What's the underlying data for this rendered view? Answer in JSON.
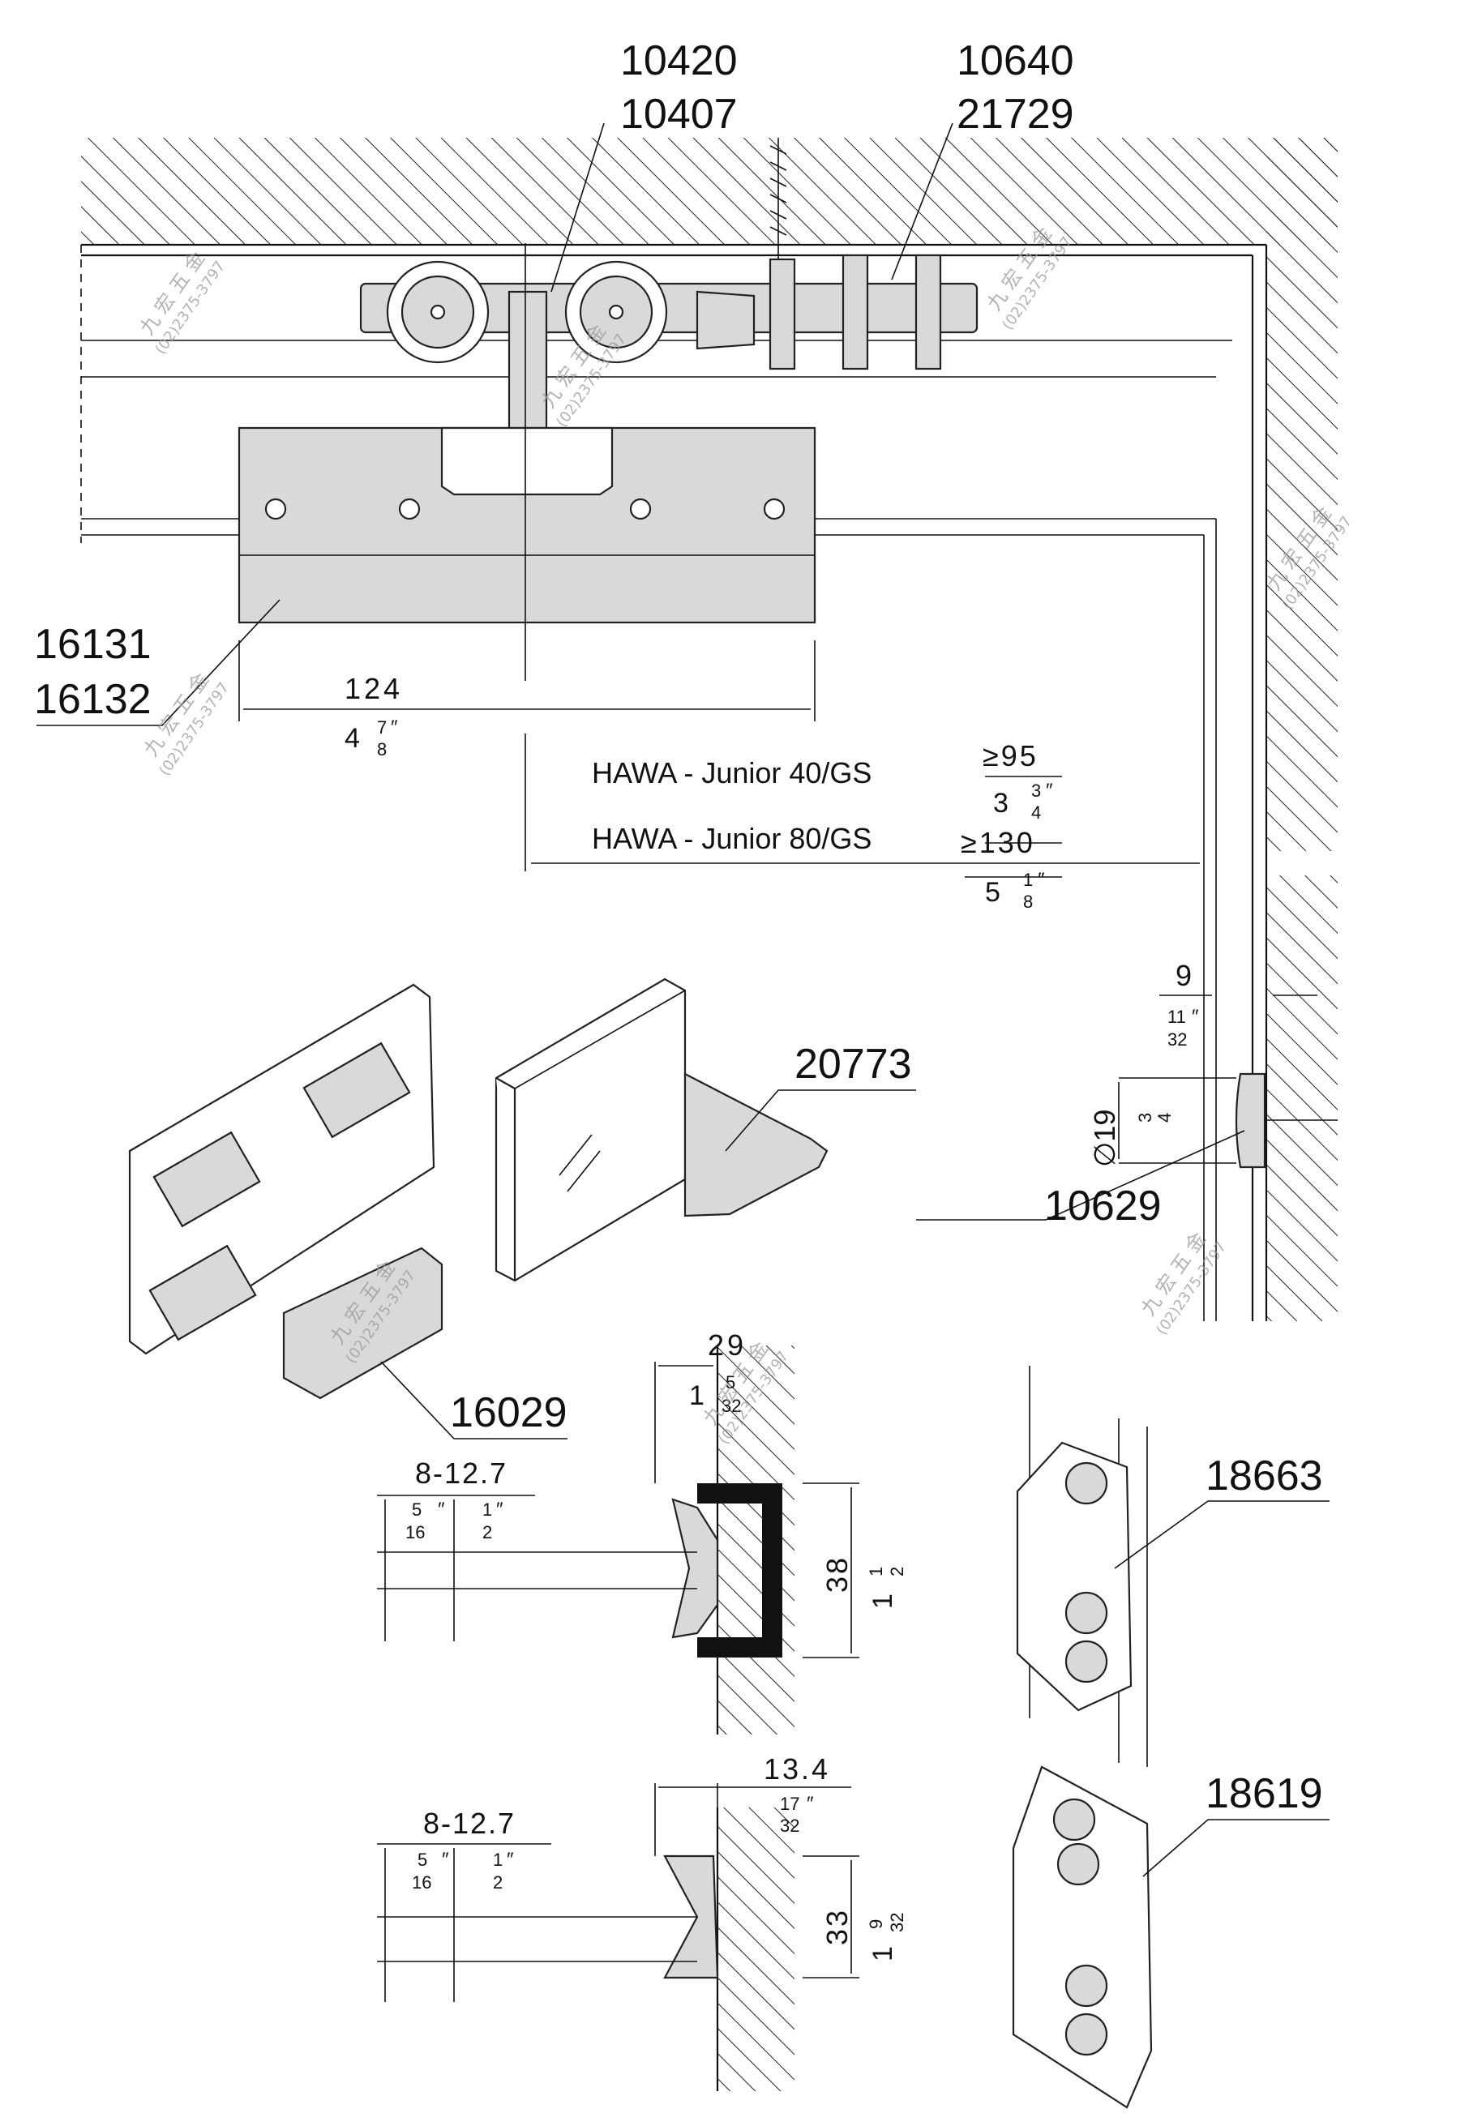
{
  "part_numbers": {
    "roller_a": "10420",
    "roller_b": "10407",
    "stop_a": "10640",
    "stop_b": "21729",
    "clamp_a": "16131",
    "clamp_b": "16132",
    "glass_clamp": "20773",
    "guide": "10629",
    "guide_clip": "16029",
    "floor_guide_a": "18663",
    "floor_guide_b": "18619"
  },
  "models": {
    "junior_40": "HAWA - Junior 40/GS",
    "junior_80": "HAWA - Junior 80/GS"
  },
  "dimensions": {
    "clamp_len_mm": "124",
    "clamp_len_in_whole": "4",
    "clamp_len_in_num": "7",
    "clamp_len_in_den": "8",
    "j40_min_mm": "≥95",
    "j40_in_whole": "3",
    "j40_in_num": "3",
    "j40_in_den": "4",
    "j80_min_mm": "≥130",
    "j80_in_whole": "5",
    "j80_in_num": "1",
    "j80_in_den": "8",
    "gap_mm": "9",
    "gap_in_num": "11",
    "gap_in_den": "32",
    "dia_mm": "∅19",
    "dia_in_num": "3",
    "dia_in_den": "4",
    "g1_width_mm": "29",
    "g1_width_in_whole": "1",
    "g1_width_in_num": "5",
    "g1_width_in_den": "32",
    "g1_glass_mm": "8-12.7",
    "g1_glass_in_a_num": "5",
    "g1_glass_in_a_den": "16",
    "g1_glass_in_b_num": "1",
    "g1_glass_in_b_den": "2",
    "g1_height_mm": "38",
    "g1_height_in_whole": "1",
    "g1_height_in_num": "1",
    "g1_height_in_den": "2",
    "g2_width_mm": "13.4",
    "g2_width_in_num": "17",
    "g2_width_in_den": "32",
    "g2_glass_mm": "8-12.7",
    "g2_glass_in_a_num": "5",
    "g2_glass_in_a_den": "16",
    "g2_glass_in_b_num": "1",
    "g2_glass_in_b_den": "2",
    "g2_height_mm": "33",
    "g2_height_in_whole": "1",
    "g2_height_in_num": "9",
    "g2_height_in_den": "32"
  },
  "inch_mark": "″",
  "watermark": {
    "name": "九 宏 五 金",
    "phone": "(02)2375-3797"
  }
}
